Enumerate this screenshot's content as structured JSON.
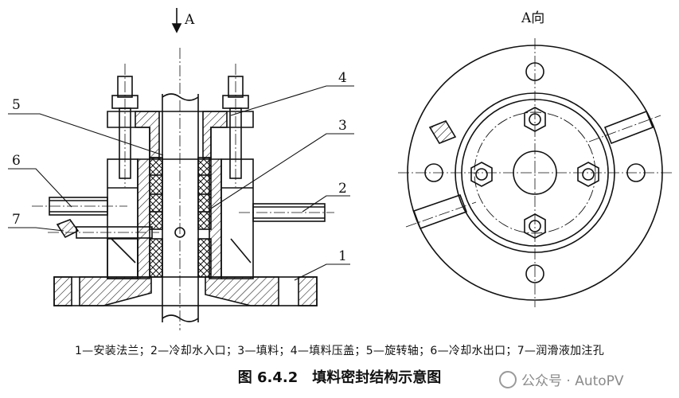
{
  "view_arrow_label": "A",
  "view_title": "A向",
  "callouts": [
    "1",
    "2",
    "3",
    "4",
    "5",
    "6",
    "7"
  ],
  "legend": "1—安装法兰；2—冷却水入口；3—填料；4—填料压盖；5—旋转轴；6—冷却水出口；7—润滑液加注孔",
  "figure_title": "图 6.4.2　填料密封结构示意图",
  "watermark": "公众号 · AutoPV"
}
